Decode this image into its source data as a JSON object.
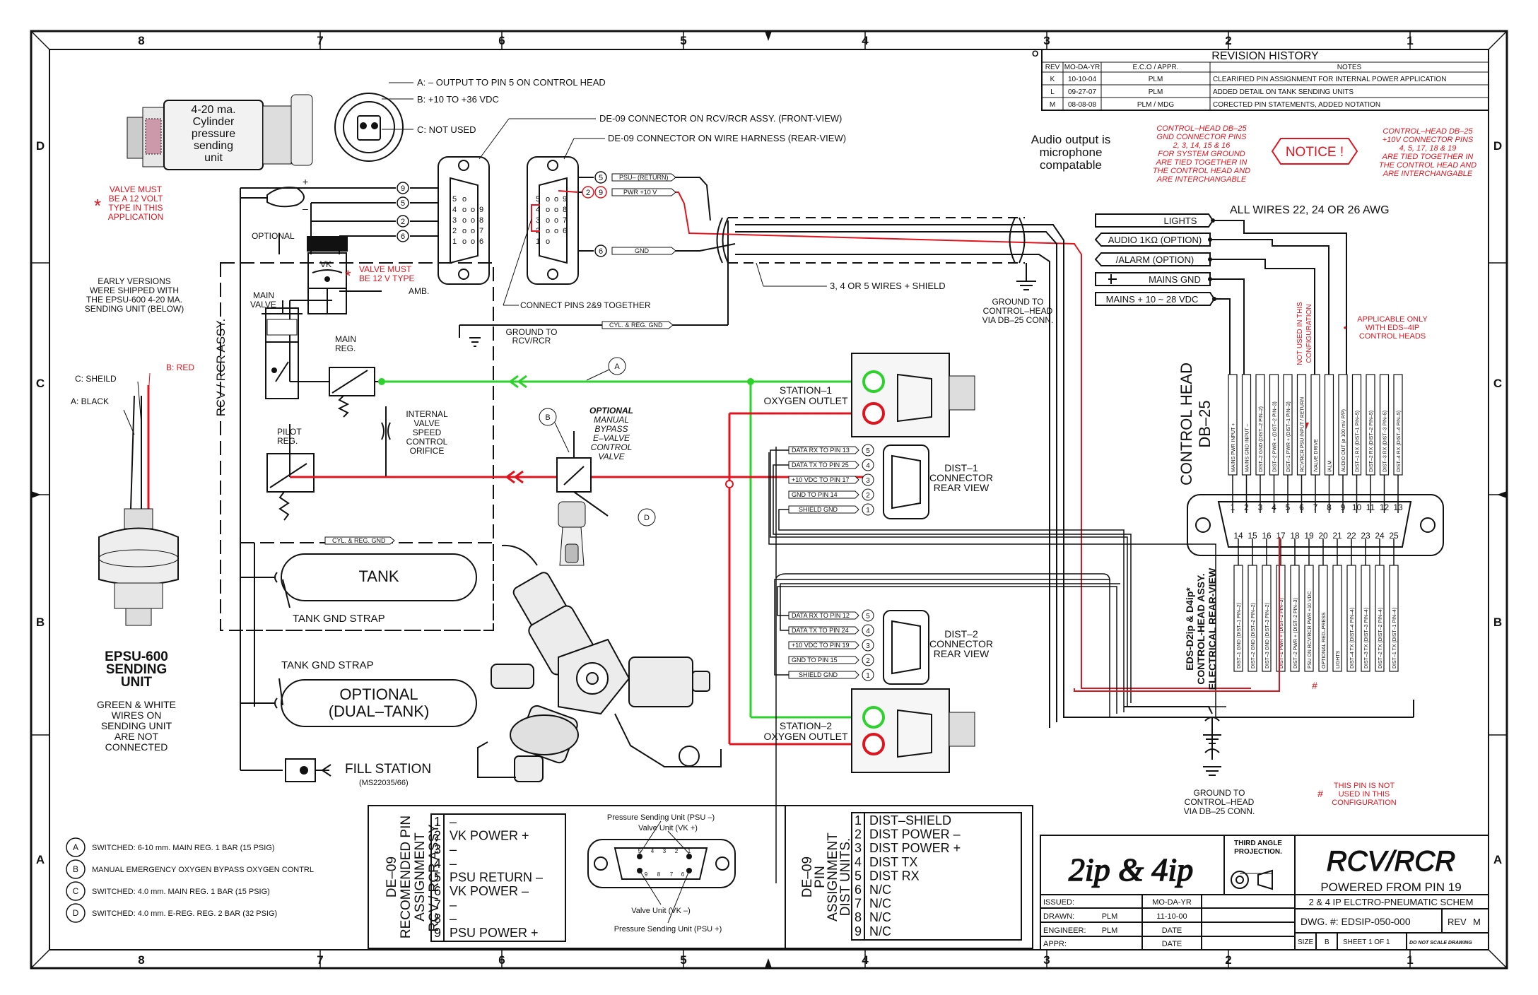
{
  "frame": {
    "columns": [
      "8",
      "7",
      "6",
      "5",
      "4",
      "3",
      "2",
      "1"
    ],
    "rows": [
      "D",
      "C",
      "B",
      "A"
    ]
  },
  "revision": {
    "title": "REVISION HISTORY",
    "headers": [
      "REV",
      "MO-DA-YR",
      "E.C.O / APPR.",
      "NOTES"
    ],
    "rows": [
      [
        "K",
        "10-10-04",
        "PLM",
        "CLEARIFIED PIN ASSIGNMENT FOR INTERNAL POWER APPLICATION"
      ],
      [
        "L",
        "09-27-07",
        "PLM",
        "ADDED DETAIL ON TANK SENDING UNITS"
      ],
      [
        "M",
        "08-08-08",
        "PLM / MDG",
        "CORECTED PIN STATEMENTS, ADDED NOTATION"
      ]
    ]
  },
  "sensor": {
    "cyl_label": [
      "4-20 ma.",
      "Cylinder",
      "pressure",
      "sending",
      "unit"
    ],
    "pin_a": "A: – OUTPUT TO PIN 5 ON CONTROL HEAD",
    "pin_b": "B: +10 TO +36 VDC",
    "pin_c": "C: NOT USED",
    "valve_note": [
      "VALVE MUST",
      "BE A 12 VOLT",
      "TYPE IN THIS",
      "APPLICATION"
    ],
    "early": [
      "EARLY VERSIONS",
      "WERE SHIPPED WITH",
      "THE EPSU-600 4-20 MA.",
      "SENDING UNIT (BELOW)"
    ],
    "wire_c": "C: SHEILD",
    "wire_a": "A: BLACK",
    "wire_b": "B: RED",
    "epsu": [
      "EPSU-600",
      "SENDING",
      "UNIT"
    ],
    "green_white": [
      "GREEN & WHITE",
      "WIRES ON",
      "SENDING UNIT",
      "ARE NOT",
      "CONNECTED"
    ]
  },
  "connectors": {
    "front": "DE-09 CONNECTOR ON RCV/RCR ASSY. (FRONT-VIEW)",
    "rear": "DE-09 CONNECTOR ON WIRE HARNESS (REAR-VIEW)",
    "connect_pins": "CONNECT PINS 2&9 TOGETHER",
    "psu_return": "PSU– (RETURN)",
    "pwr": "PWR +10 V",
    "gnd": "GND",
    "wires": "3, 4 OR 5 WIRES + SHIELD",
    "ground_db25": [
      "GROUND TO",
      "CONTROL–HEAD",
      "VIA DB–25 CONN."
    ],
    "audio": [
      "Audio output is",
      "microphone",
      "compatable"
    ],
    "notice": "NOTICE !",
    "ch_note_left": [
      "CONTROL–HEAD DB–25",
      "GND CONNECTOR PINS",
      "2, 3, 14, 15 & 16",
      "FOR SYSTEM GROUND",
      "ARE TIED TOGETHER IN",
      "THE CONTROL HEAD AND",
      "ARE INTERCHANGABLE"
    ],
    "ch_note_right": [
      "CONTROL–HEAD DB–25",
      "+10V CONNECTOR PINS",
      "4, 5, 17, 18 & 19",
      "ARE TIED TOGETHER IN",
      "THE CONTROL HEAD AND",
      "ARE INTERCHANGABLE"
    ]
  },
  "rcv": {
    "assy": "RCV / RCR ASSY.",
    "optional": "OPTIONAL",
    "vk": "VK",
    "vk_note": [
      "VALVE MUST",
      "BE 12 V TYPE"
    ],
    "amb": "AMB.",
    "main_valve": [
      "MAIN",
      "VALVE"
    ],
    "main_reg": [
      "MAIN",
      "REG."
    ],
    "pilot_reg": [
      "PILOT",
      "REG."
    ],
    "orifice": [
      "INTERNAL",
      "VALVE",
      "SPEED",
      "CONTROL",
      "ORIFICE"
    ],
    "cyl_gnd": "CYL. & REG. GND",
    "ground_rcv": [
      "GROUND TO",
      "RCV/RCR"
    ],
    "tank": "TANK",
    "tank_strap": "TANK GND STRAP",
    "optional_tank": [
      "OPTIONAL",
      "(DUAL–TANK)"
    ],
    "fill": "FILL STATION",
    "fill_ms": "(MS22035/66)"
  },
  "stations": {
    "s1": [
      "STATION–1",
      "OXYGEN OUTLET"
    ],
    "s2": [
      "STATION–2",
      "OXYGEN OUTLET"
    ],
    "bypass": [
      "OPTIONAL",
      "MANUAL",
      "BYPASS",
      "E–VALVE",
      "CONTROL",
      "VALVE"
    ],
    "dist1": [
      "DIST–1",
      "CONNECTOR",
      "REAR VIEW"
    ],
    "dist2": [
      "DIST–2",
      "CONNECTOR",
      "REAR VIEW"
    ],
    "dist1_pins": [
      [
        "DATA RX TO PIN 13",
        "5"
      ],
      [
        "DATA TX TO PIN 25",
        "4"
      ],
      [
        "+10 VDC TO PIN 17",
        "3"
      ],
      [
        "GND TO PIN 14",
        "2"
      ],
      [
        "SHIELD GND",
        "1"
      ]
    ],
    "dist2_pins": [
      [
        "DATA RX TO PIN 12",
        "5"
      ],
      [
        "DATA TX TO PIN 24",
        "4"
      ],
      [
        "+10 VDC TO PIN 19",
        "3"
      ],
      [
        "GND TO PIN 15",
        "2"
      ],
      [
        "SHIELD GND",
        "1"
      ]
    ]
  },
  "control": {
    "awg": "ALL WIRES 22, 24 OR 26 AWG",
    "lights": "LIGHTS",
    "audio": "AUDIO 1KΩ (OPTION)",
    "alarm": "/ALARM (OPTION)",
    "mains_gnd": "MAINS GND",
    "mains": "MAINS + 10 ~ 28 VDC",
    "applicable": [
      "APPLICABLE ONLY",
      "WITH EDS–4IP",
      "CONTROL HEADS"
    ],
    "not_used": [
      "NOT USED IN THIS",
      "CONFIGURATION"
    ],
    "head": [
      "CONTROL HEAD",
      "DB–25"
    ],
    "rear_view": [
      "EDS-D2ip & D4ip*",
      "CONTROL-HEAD ASSY.",
      "ELECTRICAL REAR-VIEW"
    ],
    "top_labels": [
      "MAINS PWR INPUT +",
      "MAINS GND INPUT –",
      "DIST–2 GND (DIST–2 PIN–2)",
      "DIST–2 PWR + (DIST–2 PIN–3)",
      "DIST–1 PWR + (DIST–1 PIN–3)",
      "RCV/RCR PSU INPUT / RETURN",
      "/VALVE DRIVE",
      "/ALM",
      "AUDIO OUT (ø 100 mV P/P)",
      "DIST–1 RX (DIST–1 PIN–5)",
      "DIST–2 RX (DIST–2 PIN–5)",
      "DIST–3 RX (DIST–3 PIN–5)",
      "DIST–4 RX (DIST–4 PIN–5)"
    ],
    "bottom_labels": [
      "DIST–1 GND (DIST–1 PIN–2)",
      "DIST–2 GND (DIST–2 PIN–2)",
      "DIST–3 GND (DIST–3 PIN–2)",
      "DIST–1 PWR + (DIST–1 PIN–3)",
      "DIST–2 PWR + (DIST–2 PIN–3)",
      "PSU ON RCV/RCR PWR +10 VDC",
      "OPTIONAL RED–PRESS",
      "LIGHTS",
      "DIST–4 TX (DIST–4 PIN–4)",
      "DIST–3 TX (DIST–3 PIN–4)",
      "DIST–2 TX (DIST–2 PIN–4)",
      "DIST–1 TX (DIST–1 PIN–4)"
    ],
    "top_pins": [
      "1",
      "2",
      "3",
      "4",
      "5",
      "6",
      "7",
      "8",
      "9",
      "10",
      "11",
      "12",
      "13"
    ],
    "bottom_pins": [
      "14",
      "15",
      "16",
      "17",
      "18",
      "19",
      "20",
      "21",
      "22",
      "23",
      "24",
      "25"
    ],
    "ground_db25": [
      "GROUND TO",
      "CONTROL–HEAD",
      "VIA DB–25 CONN."
    ],
    "pin_not_used": [
      "THIS PIN IS NOT",
      "USED IN THIS",
      "CONFIGURATION"
    ]
  },
  "legend": [
    [
      "A",
      "SWITCHED: 6-10 mm. MAIN REG. 1 BAR (15 PSIG)"
    ],
    [
      "B",
      "MANUAL EMERGENCY OXYGEN BYPASS OXYGEN CONTRL"
    ],
    [
      "C",
      "SWITCHED: 4.0 mm. MAIN REG. 1 BAR (15 PSIG)"
    ],
    [
      "D",
      "SWITCHED: 4.0 mm. E-REG. REG. 2 BAR (32 PSIG)"
    ]
  ],
  "pinbox_left": {
    "title": [
      "DE–09",
      "RECOMENDED PIN",
      "ASSIGNMENT",
      "RCV / RCR ASSY."
    ],
    "rows": [
      [
        "1",
        "–"
      ],
      [
        "2",
        "VK POWER +"
      ],
      [
        "3",
        "–"
      ],
      [
        "4",
        "–"
      ],
      [
        "5",
        "PSU RETURN –"
      ],
      [
        "6",
        "VK POWER –"
      ],
      [
        "7",
        "–"
      ],
      [
        "8",
        "–"
      ],
      [
        "9",
        "PSU POWER +"
      ]
    ]
  },
  "de9_center": {
    "top1": "Pressure Sending Unit (PSU –)",
    "top2": "Valve Unit (VK +)",
    "bot1": "Valve Unit (VK –)",
    "bot2": "Pressure Sending Unit (PSU +)"
  },
  "pinbox_right": {
    "title": [
      "DE–09",
      "PIN",
      "ASSIGNMENT",
      "DIST UNITS."
    ],
    "rows": [
      [
        "1",
        "DIST–SHIELD"
      ],
      [
        "2",
        "DIST POWER –"
      ],
      [
        "3",
        "DIST POWER +"
      ],
      [
        "4",
        "DIST TX"
      ],
      [
        "5",
        "DIST RX"
      ],
      [
        "6",
        "N/C"
      ],
      [
        "7",
        "N/C"
      ],
      [
        "8",
        "N/C"
      ],
      [
        "9",
        "N/C"
      ]
    ]
  },
  "titleblock": {
    "logo": "2ip & 4ip",
    "third": [
      "THIRD ANGLE",
      "PROJECTION."
    ],
    "rcv": "RCV/RCR",
    "powered": "POWERED FROM PIN 19",
    "desc": "2 & 4 IP ELCTRO-PNEUMATIC SCHEM",
    "issued": "ISSUED:",
    "modayr": "MO-DA-YR",
    "drawn": "DRAWN:",
    "drawn_by": "PLM",
    "drawn_date": "11-10-00",
    "engineer": "ENGINEER:",
    "engineer_by": "PLM",
    "date": "DATE",
    "appr": "APPR:",
    "dwg": "DWG. #: EDSIP-050-000",
    "rev": "REV",
    "rev_val": "M",
    "size": "SIZE",
    "size_val": "B",
    "sheet": "SHEET 1 OF 1",
    "noscale": "DO NOT SCALE DRAWING"
  }
}
